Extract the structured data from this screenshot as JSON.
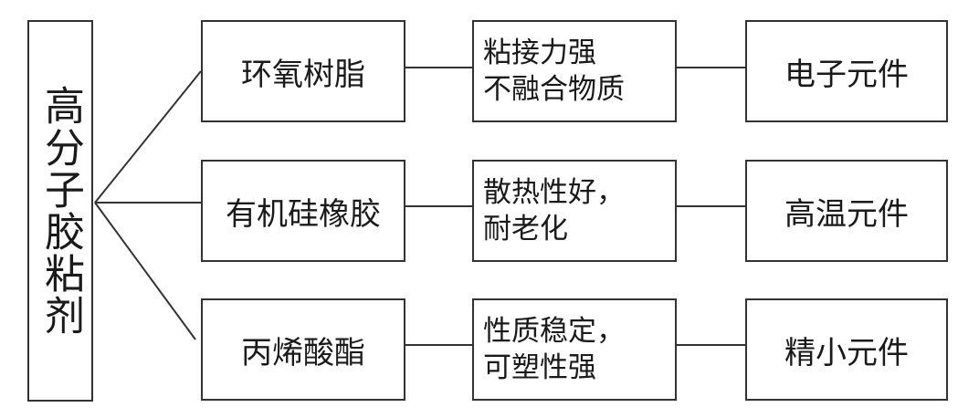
{
  "root": {
    "label": "高分子胶粘剂"
  },
  "rows": [
    {
      "material": "环氧树脂",
      "property": "粘接力强\n不融合物质",
      "use": "电子元件"
    },
    {
      "material": "有机硅橡胶",
      "property": "散热性好，\n耐老化",
      "use": "高温元件"
    },
    {
      "material": "丙烯酸酯",
      "property": "性质稳定，\n可塑性强",
      "use": "精小元件"
    }
  ]
}
